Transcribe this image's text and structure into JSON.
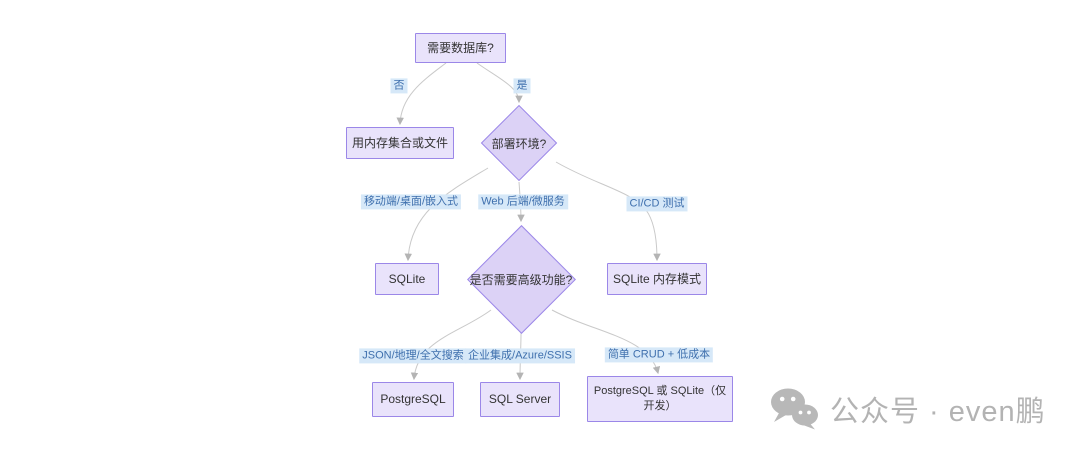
{
  "diagram": {
    "type": "flowchart",
    "nodes": {
      "need_db": {
        "label": "需要数据库?",
        "shape": "rect"
      },
      "memory_or_file": {
        "label": "用内存集合或文件",
        "shape": "rect"
      },
      "deploy_env": {
        "label": "部署环境?",
        "shape": "diamond"
      },
      "sqlite": {
        "label": "SQLite",
        "shape": "rect"
      },
      "need_advanced": {
        "label": "是否需要高级功能?",
        "shape": "diamond"
      },
      "sqlite_memory": {
        "label": "SQLite 内存模式",
        "shape": "rect"
      },
      "postgresql": {
        "label": "PostgreSQL",
        "shape": "rect"
      },
      "sql_server": {
        "label": "SQL Server",
        "shape": "rect"
      },
      "pg_or_sqlite_dev": {
        "label": "PostgreSQL 或 SQLite（仅开发）",
        "shape": "rect"
      }
    },
    "edges": [
      {
        "from": "need_db",
        "to": "memory_or_file",
        "label": "否"
      },
      {
        "from": "need_db",
        "to": "deploy_env",
        "label": "是"
      },
      {
        "from": "deploy_env",
        "to": "sqlite",
        "label": "移动端/桌面/嵌入式"
      },
      {
        "from": "deploy_env",
        "to": "need_advanced",
        "label": "Web 后端/微服务"
      },
      {
        "from": "deploy_env",
        "to": "sqlite_memory",
        "label": "CI/CD 测试"
      },
      {
        "from": "need_advanced",
        "to": "postgresql",
        "label": "JSON/地理/全文搜索"
      },
      {
        "from": "need_advanced",
        "to": "sql_server",
        "label": "企业集成/Azure/SSIS"
      },
      {
        "from": "need_advanced",
        "to": "pg_or_sqlite_dev",
        "label": "简单 CRUD + 低成本"
      }
    ],
    "colors": {
      "rect_fill": "#e9e3fb",
      "diamond_fill": "#dcd2f6",
      "node_border": "#9b87e8",
      "node_text": "#333333",
      "edge_line": "#c9c9c9",
      "edge_label_bg": "#d6e8f8",
      "edge_label_text": "#3e6fad"
    }
  },
  "watermark": {
    "icon": "wechat-logo",
    "text": "公众号 · even鹏",
    "color": "#b3b3b3"
  }
}
